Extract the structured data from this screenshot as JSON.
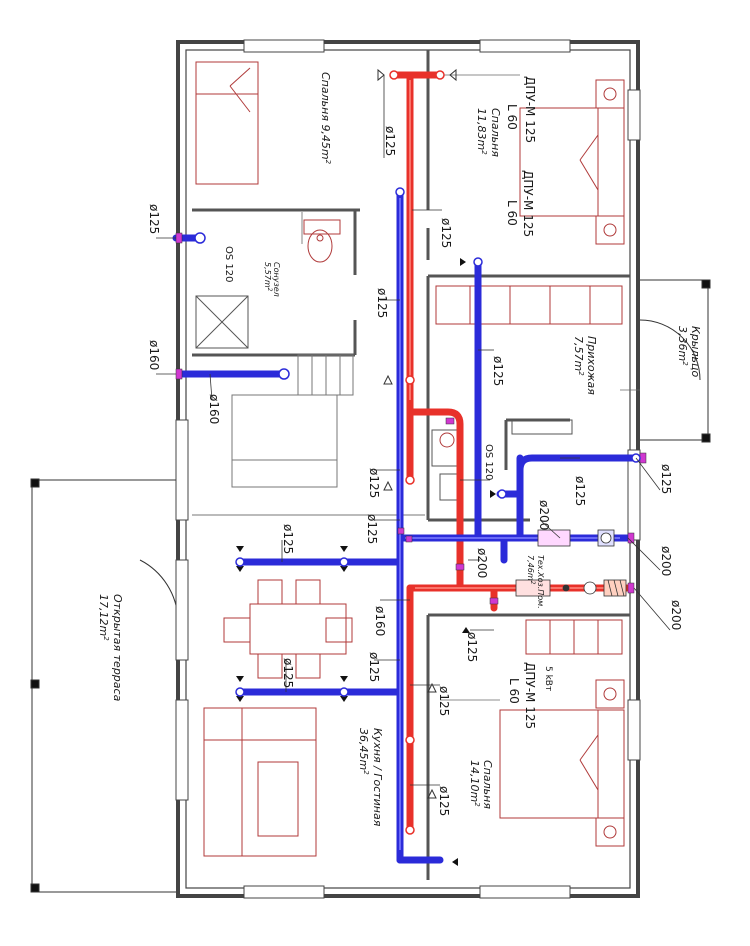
{
  "colors": {
    "supply": "#e8312a",
    "exhaust": "#2b2bd9",
    "wall": "#555555",
    "furniture": "#b03a3a"
  },
  "units": {
    "area": "m²"
  },
  "rooms": {
    "bedroom1": {
      "name": "Спальня",
      "area": "9,45m"
    },
    "bedroom2": {
      "name": "Спальня",
      "area": "11,83m"
    },
    "bedroom3": {
      "name": "Спальня",
      "area": "14,10m"
    },
    "bath": {
      "name": "Сонузел",
      "area": "5,57m"
    },
    "hall": {
      "name": "Прихожая",
      "area": "7,57m"
    },
    "porch": {
      "name": "Крыльцо",
      "area": "3,36m"
    },
    "tech": {
      "name": "Тех.Хоз.Пом.",
      "area": "7,46m"
    },
    "kitchen": {
      "name": "Кухня / Гостиная",
      "area": "36,45m"
    },
    "terrace": {
      "name": "Открытая терраса",
      "area": "17,12m"
    }
  },
  "valves": {
    "dpu": "ДПУ-М 125",
    "l60": "L 60"
  },
  "vents": {
    "os": "OS 120"
  },
  "heater": "5 kВт",
  "diameters": {
    "d125": "ø125",
    "d160": "ø160",
    "d200": "ø200"
  }
}
